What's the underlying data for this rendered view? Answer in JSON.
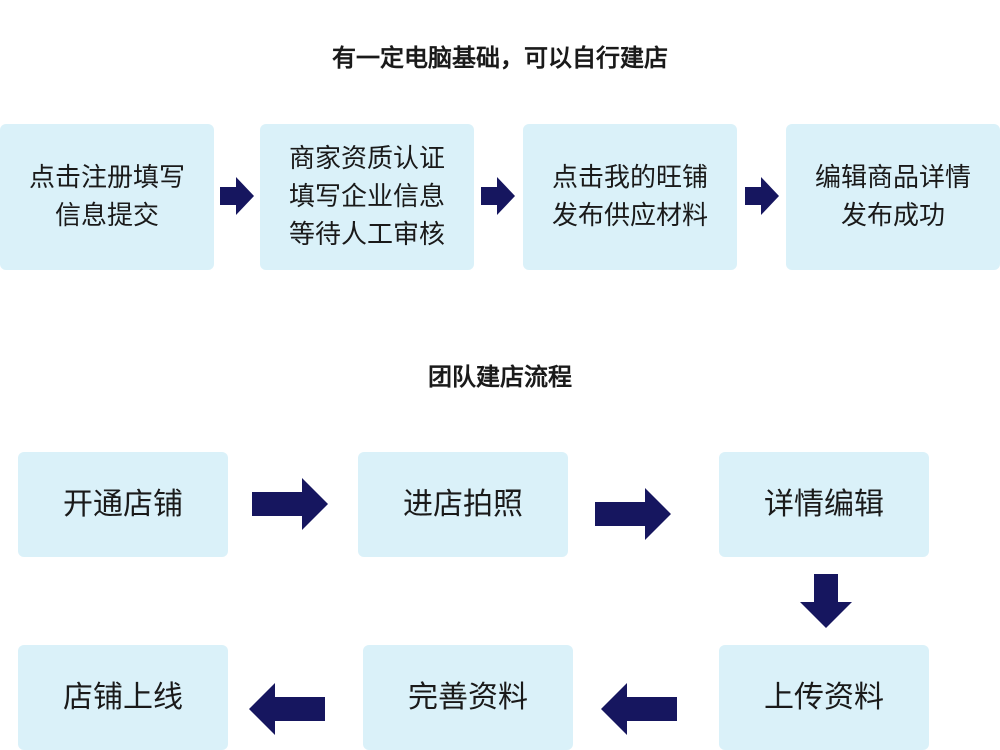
{
  "section1": {
    "title": "有一定电脑基础，可以自行建店",
    "steps": [
      {
        "lines": [
          "点击注册填写",
          "信息提交"
        ]
      },
      {
        "lines": [
          "商家资质认证",
          "填写企业信息",
          "等待人工审核"
        ]
      },
      {
        "lines": [
          "点击我的旺铺",
          "发布供应材料"
        ]
      },
      {
        "lines": [
          "编辑商品详情",
          "发布成功"
        ]
      }
    ]
  },
  "section2": {
    "title": "团队建店流程",
    "steps": [
      {
        "label": "开通店铺"
      },
      {
        "label": "进店拍照"
      },
      {
        "label": "详情编辑"
      },
      {
        "label": "上传资料"
      },
      {
        "label": "完善资料"
      },
      {
        "label": "店铺上线"
      }
    ]
  },
  "colors": {
    "box_fill": "#daf1f9",
    "arrow": "#16165f"
  },
  "icons": {
    "arrow_right": "arrow-right-icon",
    "arrow_down": "arrow-down-icon",
    "arrow_left": "arrow-left-icon"
  }
}
